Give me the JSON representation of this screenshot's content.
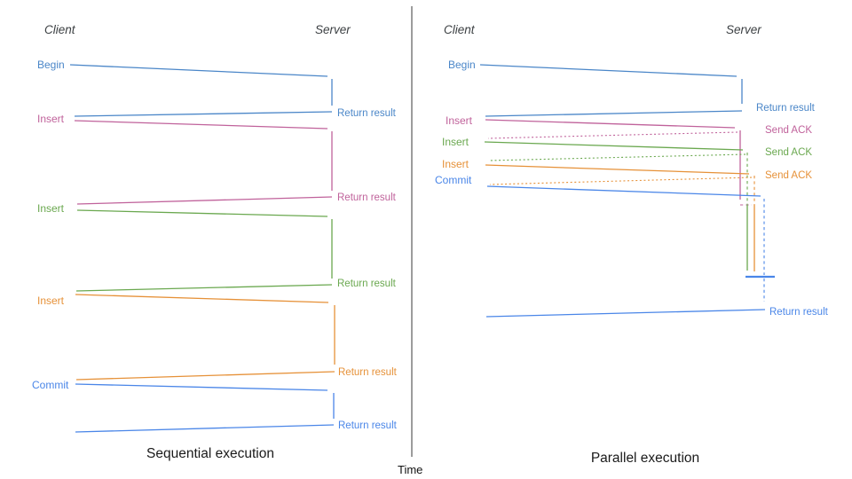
{
  "left": {
    "title": "Sequential execution",
    "client": "Client",
    "server": "Server",
    "rows": [
      {
        "op": "Begin",
        "resp": "Return result"
      },
      {
        "op": "Insert",
        "resp": "Return result"
      },
      {
        "op": "Insert",
        "resp": "Return result"
      },
      {
        "op": "Insert",
        "resp": "Return result"
      },
      {
        "op": "Commit",
        "resp": "Return result"
      }
    ]
  },
  "right": {
    "title": "Parallel execution",
    "client": "Client",
    "server": "Server",
    "rows": [
      {
        "op": "Begin",
        "resp": "Return result"
      },
      {
        "op": "Insert",
        "resp": "Send ACK"
      },
      {
        "op": "Insert",
        "resp": "Send ACK"
      },
      {
        "op": "Insert",
        "resp": "Send ACK"
      },
      {
        "op": "Commit",
        "resp": "Return result"
      }
    ]
  },
  "time_axis": {
    "label": "Time"
  },
  "colors": {
    "begin_blue": "#4a86c8",
    "commit_blue": "#4a86e8",
    "insert_pink": "#c0629b",
    "insert_green": "#6aa84f",
    "insert_orange": "#e69138",
    "axis_gray": "#666666"
  }
}
